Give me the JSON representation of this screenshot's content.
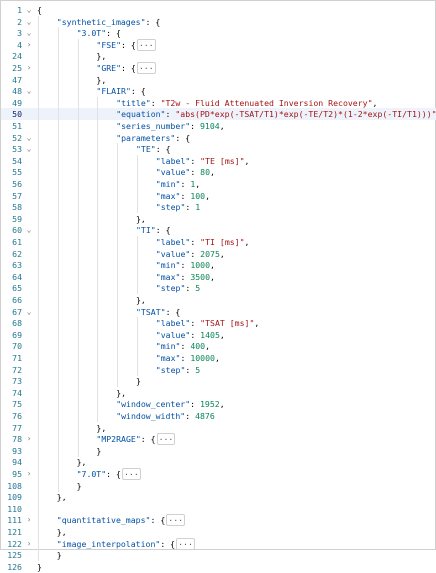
{
  "editor": {
    "lines": [
      {
        "num": "1",
        "indent": 0,
        "fold": "down",
        "k": "",
        "v": "",
        "vt": "",
        "p": "{",
        "e": ""
      },
      {
        "num": "2",
        "indent": 1,
        "fold": "down",
        "k": "\"synthetic_images\"",
        "v": "",
        "vt": "",
        "p": ": {",
        "e": ""
      },
      {
        "num": "3",
        "indent": 2,
        "fold": "down",
        "k": "\"3.0T\"",
        "v": "",
        "vt": "",
        "p": ": {",
        "e": ""
      },
      {
        "num": "4",
        "indent": 3,
        "fold": "right",
        "k": "\"FSE\"",
        "v": "",
        "vt": "",
        "p": ": {",
        "e": "···"
      },
      {
        "num": "24",
        "indent": 3,
        "fold": "",
        "k": "",
        "v": "",
        "vt": "",
        "p": "},",
        "e": ""
      },
      {
        "num": "25",
        "indent": 3,
        "fold": "right",
        "k": "\"GRE\"",
        "v": "",
        "vt": "",
        "p": ": {",
        "e": "···"
      },
      {
        "num": "47",
        "indent": 3,
        "fold": "",
        "k": "",
        "v": "",
        "vt": "",
        "p": "},",
        "e": ""
      },
      {
        "num": "48",
        "indent": 3,
        "fold": "down",
        "k": "\"FLAIR\"",
        "v": "",
        "vt": "",
        "p": ": {",
        "e": ""
      },
      {
        "num": "49",
        "indent": 4,
        "fold": "",
        "k": "\"title\"",
        "v": "\"T2w - Fluid Attenuated Inversion Recovery\"",
        "vt": "s",
        "p": ",",
        "e": ""
      },
      {
        "num": "50",
        "indent": 4,
        "fold": "",
        "k": "\"equation\"",
        "v": "\"abs(PD*exp(-TSAT/T1)*exp(-TE/T2)*(1-2*exp(-TI/T1)))\"",
        "vt": "s",
        "p": ",",
        "e": "",
        "highlight": true
      },
      {
        "num": "51",
        "indent": 4,
        "fold": "",
        "k": "\"series_number\"",
        "v": "9104",
        "vt": "n",
        "p": ",",
        "e": ""
      },
      {
        "num": "52",
        "indent": 4,
        "fold": "down",
        "k": "\"parameters\"",
        "v": "",
        "vt": "",
        "p": ": {",
        "e": ""
      },
      {
        "num": "53",
        "indent": 5,
        "fold": "down",
        "k": "\"TE\"",
        "v": "",
        "vt": "",
        "p": ": {",
        "e": ""
      },
      {
        "num": "54",
        "indent": 6,
        "fold": "",
        "k": "\"label\"",
        "v": "\"TE [ms]\"",
        "vt": "s",
        "p": ",",
        "e": ""
      },
      {
        "num": "55",
        "indent": 6,
        "fold": "",
        "k": "\"value\"",
        "v": "80",
        "vt": "n",
        "p": ",",
        "e": ""
      },
      {
        "num": "56",
        "indent": 6,
        "fold": "",
        "k": "\"min\"",
        "v": "1",
        "vt": "n",
        "p": ",",
        "e": ""
      },
      {
        "num": "57",
        "indent": 6,
        "fold": "",
        "k": "\"max\"",
        "v": "100",
        "vt": "n",
        "p": ",",
        "e": ""
      },
      {
        "num": "58",
        "indent": 6,
        "fold": "",
        "k": "\"step\"",
        "v": "1",
        "vt": "n",
        "p": "",
        "e": ""
      },
      {
        "num": "59",
        "indent": 5,
        "fold": "",
        "k": "",
        "v": "",
        "vt": "",
        "p": "},",
        "e": ""
      },
      {
        "num": "60",
        "indent": 5,
        "fold": "down",
        "k": "\"TI\"",
        "v": "",
        "vt": "",
        "p": ": {",
        "e": ""
      },
      {
        "num": "61",
        "indent": 6,
        "fold": "",
        "k": "\"label\"",
        "v": "\"TI [ms]\"",
        "vt": "s",
        "p": ",",
        "e": ""
      },
      {
        "num": "62",
        "indent": 6,
        "fold": "",
        "k": "\"value\"",
        "v": "2075",
        "vt": "n",
        "p": ",",
        "e": ""
      },
      {
        "num": "63",
        "indent": 6,
        "fold": "",
        "k": "\"min\"",
        "v": "1000",
        "vt": "n",
        "p": ",",
        "e": ""
      },
      {
        "num": "64",
        "indent": 6,
        "fold": "",
        "k": "\"max\"",
        "v": "3500",
        "vt": "n",
        "p": ",",
        "e": ""
      },
      {
        "num": "65",
        "indent": 6,
        "fold": "",
        "k": "\"step\"",
        "v": "5",
        "vt": "n",
        "p": "",
        "e": ""
      },
      {
        "num": "66",
        "indent": 5,
        "fold": "",
        "k": "",
        "v": "",
        "vt": "",
        "p": "},",
        "e": ""
      },
      {
        "num": "67",
        "indent": 5,
        "fold": "down",
        "k": "\"TSAT\"",
        "v": "",
        "vt": "",
        "p": ": {",
        "e": ""
      },
      {
        "num": "68",
        "indent": 6,
        "fold": "",
        "k": "\"label\"",
        "v": "\"TSAT [ms]\"",
        "vt": "s",
        "p": ",",
        "e": ""
      },
      {
        "num": "69",
        "indent": 6,
        "fold": "",
        "k": "\"value\"",
        "v": "1405",
        "vt": "n",
        "p": ",",
        "e": ""
      },
      {
        "num": "70",
        "indent": 6,
        "fold": "",
        "k": "\"min\"",
        "v": "400",
        "vt": "n",
        "p": ",",
        "e": ""
      },
      {
        "num": "71",
        "indent": 6,
        "fold": "",
        "k": "\"max\"",
        "v": "10000",
        "vt": "n",
        "p": ",",
        "e": ""
      },
      {
        "num": "72",
        "indent": 6,
        "fold": "",
        "k": "\"step\"",
        "v": "5",
        "vt": "n",
        "p": "",
        "e": ""
      },
      {
        "num": "73",
        "indent": 5,
        "fold": "",
        "k": "",
        "v": "",
        "vt": "",
        "p": "}",
        "e": ""
      },
      {
        "num": "74",
        "indent": 4,
        "fold": "",
        "k": "",
        "v": "",
        "vt": "",
        "p": "},",
        "e": ""
      },
      {
        "num": "75",
        "indent": 4,
        "fold": "",
        "k": "\"window_center\"",
        "v": "1952",
        "vt": "n",
        "p": ",",
        "e": ""
      },
      {
        "num": "76",
        "indent": 4,
        "fold": "",
        "k": "\"window_width\"",
        "v": "4876",
        "vt": "n",
        "p": "",
        "e": ""
      },
      {
        "num": "77",
        "indent": 3,
        "fold": "",
        "k": "",
        "v": "",
        "vt": "",
        "p": "},",
        "e": ""
      },
      {
        "num": "78",
        "indent": 3,
        "fold": "right",
        "k": "\"MP2RAGE\"",
        "v": "",
        "vt": "",
        "p": ": {",
        "e": "···"
      },
      {
        "num": "93",
        "indent": 3,
        "fold": "",
        "k": "",
        "v": "",
        "vt": "",
        "p": "}",
        "e": ""
      },
      {
        "num": "94",
        "indent": 2,
        "fold": "",
        "k": "",
        "v": "",
        "vt": "",
        "p": "},",
        "e": ""
      },
      {
        "num": "95",
        "indent": 2,
        "fold": "right",
        "k": "\"7.0T\"",
        "v": "",
        "vt": "",
        "p": ": {",
        "e": "···"
      },
      {
        "num": "108",
        "indent": 2,
        "fold": "",
        "k": "",
        "v": "",
        "vt": "",
        "p": "}",
        "e": ""
      },
      {
        "num": "109",
        "indent": 1,
        "fold": "",
        "k": "",
        "v": "",
        "vt": "",
        "p": "},",
        "e": ""
      },
      {
        "num": "110",
        "indent": 1,
        "fold": "",
        "k": "",
        "v": "",
        "vt": "",
        "p": "",
        "e": ""
      },
      {
        "num": "111",
        "indent": 1,
        "fold": "right",
        "k": "\"quantitative_maps\"",
        "v": "",
        "vt": "",
        "p": ": {",
        "e": "···"
      },
      {
        "num": "121",
        "indent": 1,
        "fold": "",
        "k": "",
        "v": "",
        "vt": "",
        "p": "},",
        "e": ""
      },
      {
        "num": "122",
        "indent": 1,
        "fold": "right",
        "k": "\"image_interpolation\"",
        "v": "",
        "vt": "",
        "p": ": {",
        "e": "···"
      },
      {
        "num": "125",
        "indent": 1,
        "fold": "",
        "k": "",
        "v": "",
        "vt": "",
        "p": "}",
        "e": ""
      },
      {
        "num": "126",
        "indent": 0,
        "fold": "",
        "k": "",
        "v": "",
        "vt": "",
        "p": "}",
        "e": ""
      }
    ]
  },
  "colors": {
    "line_number": "#237893",
    "key": "#0451a5",
    "string": "#a31515",
    "number": "#098658",
    "highlight": "#eef3fb"
  },
  "icons": {
    "fold_down": "chevron-down-icon",
    "fold_right": "chevron-right-icon"
  }
}
